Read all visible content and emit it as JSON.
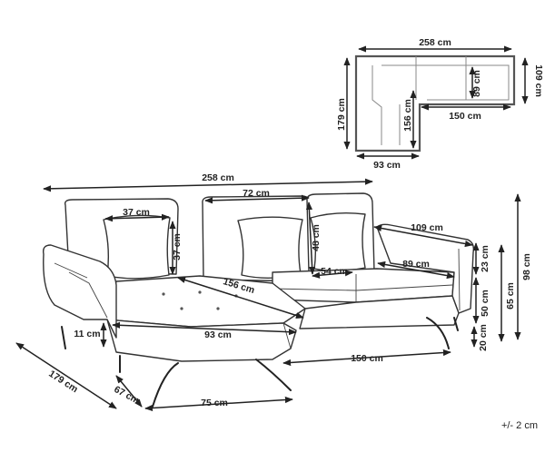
{
  "plan_view": {
    "width_label": "258 cm",
    "depth_label": "109 cm",
    "seat_depth_label": "89 cm",
    "chaise_length_label": "179 cm",
    "chaise_inner_label": "156 cm",
    "main_seat_width_label": "150 cm",
    "chaise_width_label": "93 cm"
  },
  "front_view": {
    "total_width_label": "258 cm",
    "pillow_small_width_label": "37 cm",
    "pillow_small_height_label": "37 cm",
    "back_width_label": "72 cm",
    "back_height_label": "48 cm",
    "seat_depth_label": "54 cm",
    "chaise_seat_length_label": "156 cm",
    "chaise_seat_width_label": "93 cm",
    "side_depth_label": "109 cm",
    "seat_inner_depth_label": "89 cm",
    "arm_height_label": "23 cm",
    "total_height_label": "98 cm",
    "seat_height_label": "65 cm",
    "seat_base_height_label": "50 cm",
    "leg_height_label": "20 cm",
    "cushion_thickness_label": "11 cm",
    "main_width_label": "150 cm",
    "chaise_length_label": "179 cm",
    "chaise_end_label": "67 cm",
    "chaise_front_label": "75 cm"
  },
  "tolerance": "+/- 2 cm",
  "colors": {
    "line": "#222222",
    "outline": "#333333",
    "background": "#ffffff"
  }
}
